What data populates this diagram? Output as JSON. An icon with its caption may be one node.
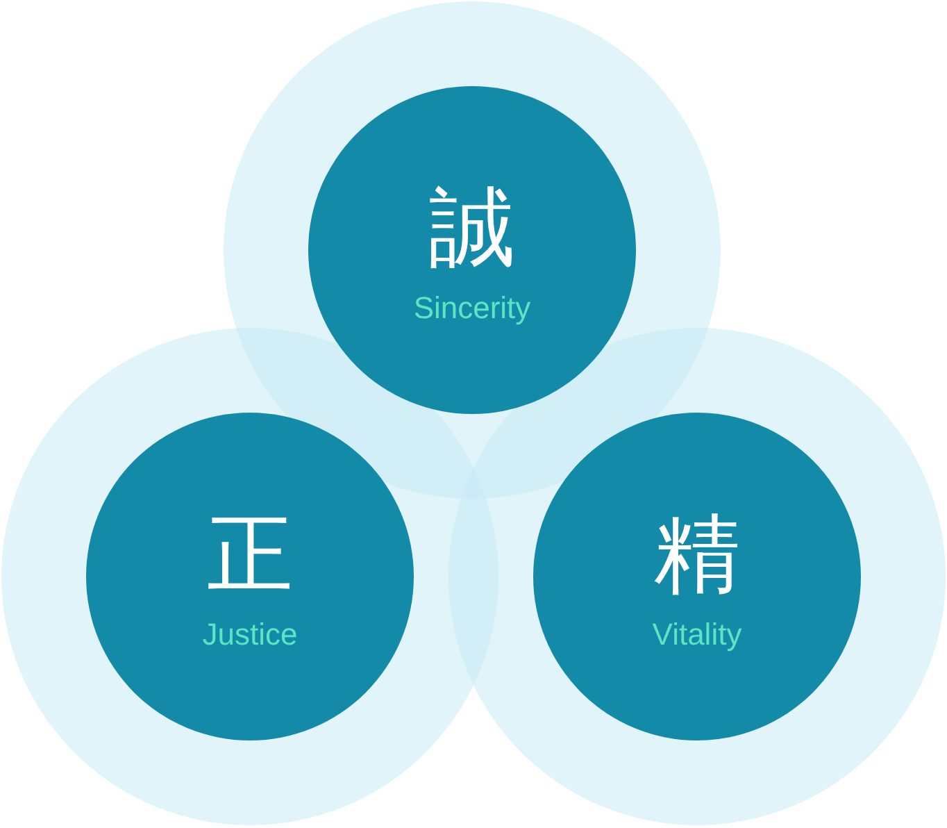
{
  "diagram": {
    "nodes": [
      {
        "text": [
          "誠",
          "Sincerity"
        ]
      },
      {
        "text": [
          "正",
          "Justice"
        ]
      },
      {
        "text": [
          "精",
          "Vitality"
        ]
      }
    ]
  }
}
